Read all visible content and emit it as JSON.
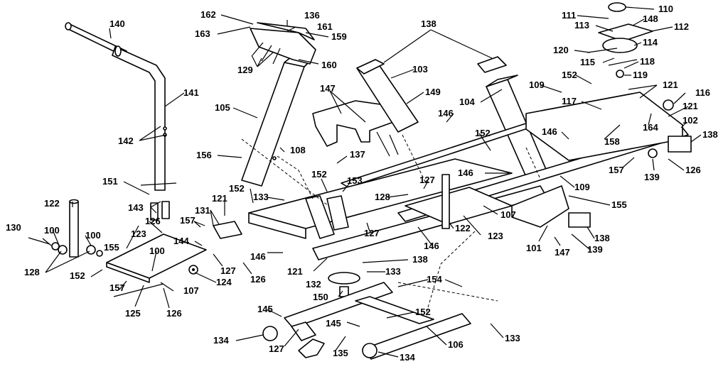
{
  "callouts": [
    {
      "id": "c140",
      "text": "140"
    },
    {
      "id": "c141",
      "text": "141"
    },
    {
      "id": "c142",
      "text": "142"
    },
    {
      "id": "c143",
      "text": "143"
    },
    {
      "id": "c151",
      "text": "151"
    },
    {
      "id": "c122a",
      "text": "122"
    },
    {
      "id": "c130",
      "text": "130"
    },
    {
      "id": "c100a",
      "text": "100"
    },
    {
      "id": "c100b",
      "text": "100"
    },
    {
      "id": "c128a",
      "text": "128"
    },
    {
      "id": "c152a",
      "text": "152"
    },
    {
      "id": "c155a",
      "text": "155"
    },
    {
      "id": "c123a",
      "text": "123"
    },
    {
      "id": "c100c",
      "text": "100"
    },
    {
      "id": "c126a",
      "text": "126"
    },
    {
      "id": "c157a",
      "text": "157"
    },
    {
      "id": "c125",
      "text": "125"
    },
    {
      "id": "c126b",
      "text": "126"
    },
    {
      "id": "c107a",
      "text": "107"
    },
    {
      "id": "c124",
      "text": "124"
    },
    {
      "id": "c127a",
      "text": "127"
    },
    {
      "id": "c126c",
      "text": "126"
    },
    {
      "id": "c144",
      "text": "144"
    },
    {
      "id": "c131",
      "text": "131"
    },
    {
      "id": "c157b",
      "text": "157"
    },
    {
      "id": "c121a",
      "text": "121"
    },
    {
      "id": "c146a",
      "text": "146"
    },
    {
      "id": "c152b",
      "text": "152"
    },
    {
      "id": "c133a",
      "text": "133"
    },
    {
      "id": "c162",
      "text": "162"
    },
    {
      "id": "c163",
      "text": "163"
    },
    {
      "id": "c136",
      "text": "136"
    },
    {
      "id": "c161",
      "text": "161"
    },
    {
      "id": "c159",
      "text": "159"
    },
    {
      "id": "c129a",
      "text": "129"
    },
    {
      "id": "c160",
      "text": "160"
    },
    {
      "id": "c105",
      "text": "105"
    },
    {
      "id": "c156",
      "text": "156"
    },
    {
      "id": "c108",
      "text": "108"
    },
    {
      "id": "c147a",
      "text": "147"
    },
    {
      "id": "c137",
      "text": "137"
    },
    {
      "id": "c152c",
      "text": "152"
    },
    {
      "id": "c153",
      "text": "153"
    },
    {
      "id": "c128b",
      "text": "128"
    },
    {
      "id": "c127b",
      "text": "127"
    },
    {
      "id": "c127c",
      "text": "127"
    },
    {
      "id": "c146b",
      "text": "146"
    },
    {
      "id": "c122b",
      "text": "122"
    },
    {
      "id": "c123b",
      "text": "123"
    },
    {
      "id": "c107b",
      "text": "107"
    },
    {
      "id": "c121b",
      "text": "121"
    },
    {
      "id": "c138a",
      "text": "138"
    },
    {
      "id": "c133b",
      "text": "133"
    },
    {
      "id": "c132",
      "text": "132"
    },
    {
      "id": "c150",
      "text": "150"
    },
    {
      "id": "c154",
      "text": "154"
    },
    {
      "id": "c152d",
      "text": "152"
    },
    {
      "id": "c145a",
      "text": "145"
    },
    {
      "id": "c145b",
      "text": "145"
    },
    {
      "id": "c134a",
      "text": "134"
    },
    {
      "id": "c127d",
      "text": "127"
    },
    {
      "id": "c135",
      "text": "135"
    },
    {
      "id": "c134b",
      "text": "134"
    },
    {
      "id": "c106",
      "text": "106"
    },
    {
      "id": "c133c",
      "text": "133"
    },
    {
      "id": "c138b",
      "text": "138"
    },
    {
      "id": "c103",
      "text": "103"
    },
    {
      "id": "c149",
      "text": "149"
    },
    {
      "id": "c146c",
      "text": "146"
    },
    {
      "id": "c104",
      "text": "104"
    },
    {
      "id": "c152e",
      "text": "152"
    },
    {
      "id": "c146d",
      "text": "146"
    },
    {
      "id": "c109a",
      "text": "109"
    },
    {
      "id": "c152f",
      "text": "152"
    },
    {
      "id": "c117",
      "text": "117"
    },
    {
      "id": "c146e",
      "text": "146"
    },
    {
      "id": "c158",
      "text": "158"
    },
    {
      "id": "c109b",
      "text": "109"
    },
    {
      "id": "c155b",
      "text": "155"
    },
    {
      "id": "c101",
      "text": "101"
    },
    {
      "id": "c147b",
      "text": "147"
    },
    {
      "id": "c139a",
      "text": "139"
    },
    {
      "id": "c138c",
      "text": "138"
    },
    {
      "id": "c110",
      "text": "110"
    },
    {
      "id": "c111",
      "text": "111"
    },
    {
      "id": "c148",
      "text": "148"
    },
    {
      "id": "c113",
      "text": "113"
    },
    {
      "id": "c112",
      "text": "112"
    },
    {
      "id": "c114",
      "text": "114"
    },
    {
      "id": "c120",
      "text": "120"
    },
    {
      "id": "c115",
      "text": "115"
    },
    {
      "id": "c118",
      "text": "118"
    },
    {
      "id": "c119",
      "text": "119"
    },
    {
      "id": "c121c",
      "text": "121"
    },
    {
      "id": "c116",
      "text": "116"
    },
    {
      "id": "c121d",
      "text": "121"
    },
    {
      "id": "c164",
      "text": "164"
    },
    {
      "id": "c102",
      "text": "102"
    },
    {
      "id": "c138d",
      "text": "138"
    },
    {
      "id": "c126d",
      "text": "126"
    },
    {
      "id": "c157c",
      "text": "157"
    },
    {
      "id": "c139b",
      "text": "139"
    }
  ]
}
